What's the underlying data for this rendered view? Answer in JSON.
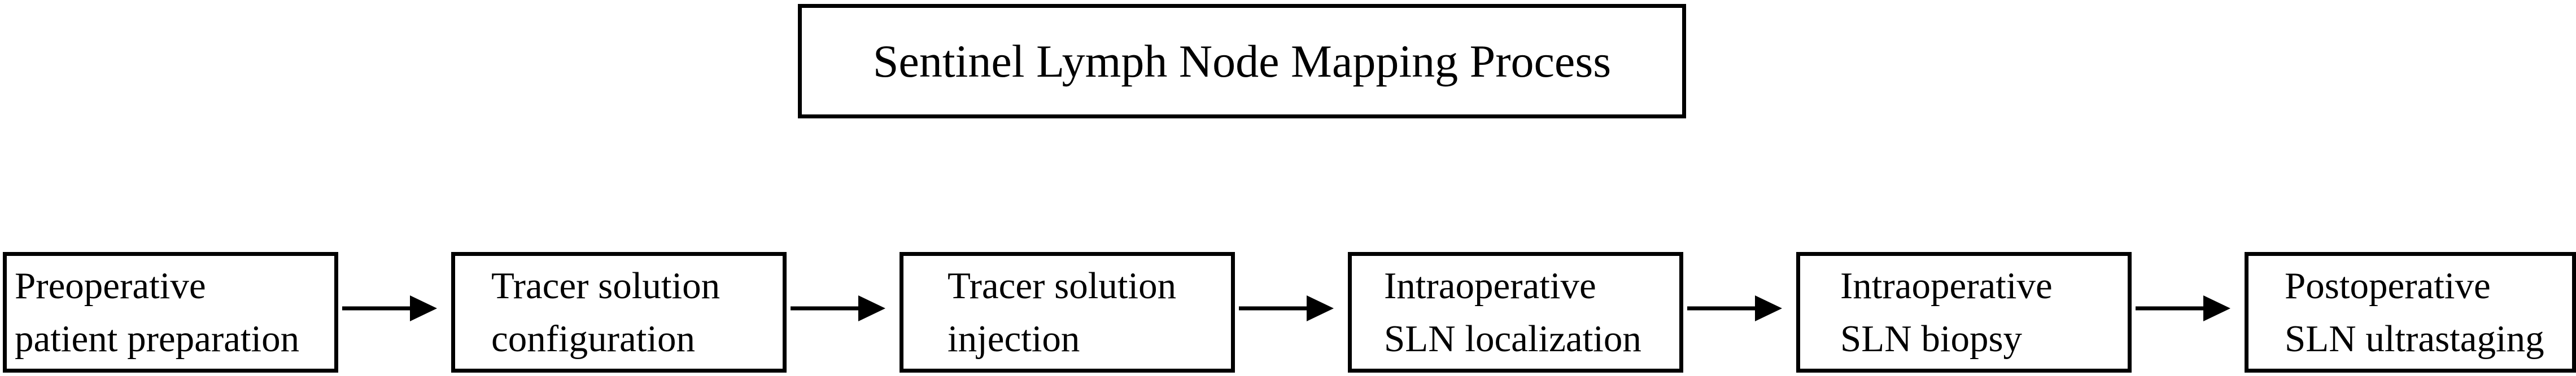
{
  "title": "Sentinel Lymph Node Mapping Process",
  "steps": [
    {
      "lines": [
        "Preoperative",
        "patient preparation"
      ]
    },
    {
      "lines": [
        "Tracer solution",
        "configuration"
      ]
    },
    {
      "lines": [
        "Tracer solution",
        "injection"
      ]
    },
    {
      "lines": [
        "Intraoperative",
        "SLN localization"
      ]
    },
    {
      "lines": [
        "Intraoperative",
        "SLN biopsy"
      ]
    },
    {
      "lines": [
        "Postoperative",
        "SLN ultrastaging"
      ]
    }
  ],
  "colors": {
    "stroke": "#000000",
    "background": "#ffffff"
  }
}
